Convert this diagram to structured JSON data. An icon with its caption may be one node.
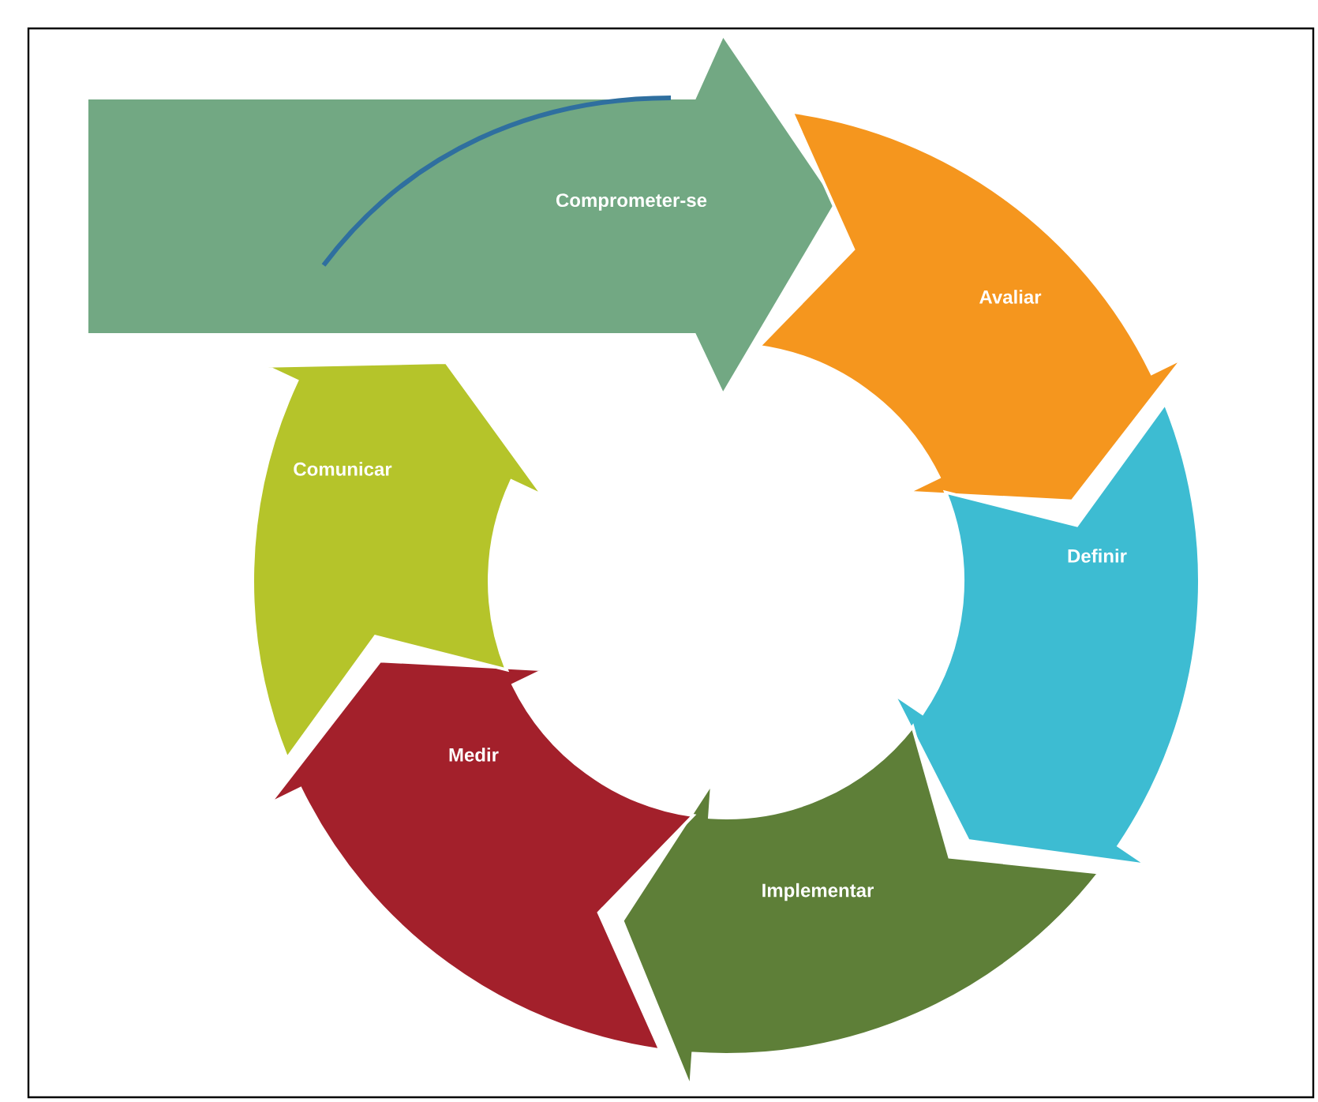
{
  "diagram": {
    "nodes": [
      {
        "text": [
          "Comprometer-se"
        ]
      },
      {
        "text": [
          "Avaliar"
        ]
      },
      {
        "text": [
          "Definir"
        ]
      },
      {
        "text": [
          "Implementar"
        ]
      },
      {
        "text": [
          "Medir"
        ]
      },
      {
        "text": [
          "Comunicar"
        ]
      }
    ]
  }
}
